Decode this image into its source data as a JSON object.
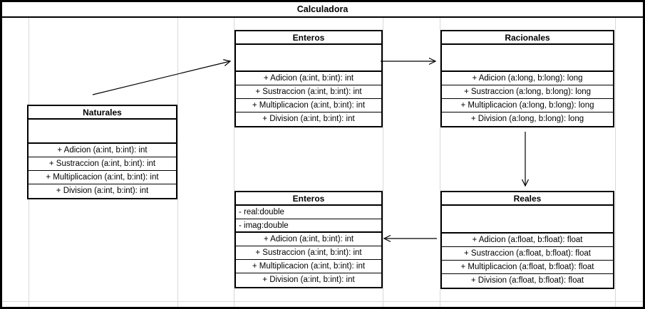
{
  "diagram_title": "Calculadora",
  "classes": [
    {
      "name": "Naturales",
      "attributes": [],
      "methods": [
        "+ Adicion (a:int, b:int): int",
        "+ Sustraccion (a:int, b:int): int",
        "+ Multiplicacion (a:int, b:int): int",
        "+ Division (a:int, b:int): int"
      ]
    },
    {
      "name": "Enteros",
      "attributes": [],
      "methods": [
        "+ Adicion (a:int, b:int): int",
        "+ Sustraccion (a:int, b:int): int",
        "+ Multiplicacion (a:int, b:int): int",
        "+ Division (a:int, b:int): int"
      ]
    },
    {
      "name": "Racionales",
      "attributes": [],
      "methods": [
        "+ Adicion (a:long, b:long): long",
        "+ Sustraccion (a:long, b:long): long",
        "+ Multiplicacion (a:long, b:long): long",
        "+ Division (a:long, b:long): long"
      ]
    },
    {
      "name": "Enteros",
      "attributes": [
        "- real:double",
        "- imag:double"
      ],
      "methods": [
        "+ Adicion (a:int, b:int): int",
        "+ Sustraccion (a:int, b:int): int",
        "+ Multiplicacion (a:int, b:int): int",
        "+ Division (a:int, b:int): int"
      ]
    },
    {
      "name": "Reales",
      "attributes": [],
      "methods": [
        "+ Adicion (a:float, b:float): float",
        "+ Sustraccion (a:float, b:float): float",
        "+ Multiplicacion (a:float, b:float): float",
        "+ Division (a:float, b:float): float"
      ]
    }
  ],
  "relationships": [
    {
      "from": "Naturales",
      "to": "Enteros (top)",
      "style": "open-arrow"
    },
    {
      "from": "Enteros (top)",
      "to": "Racionales",
      "style": "open-arrow"
    },
    {
      "from": "Racionales",
      "to": "Reales",
      "style": "open-arrow"
    },
    {
      "from": "Reales",
      "to": "Enteros (bottom)",
      "style": "open-arrow"
    }
  ],
  "colors": {
    "line": "#000000",
    "text": "#000000",
    "gridline": "#d9d9d9",
    "background": "#ffffff"
  }
}
